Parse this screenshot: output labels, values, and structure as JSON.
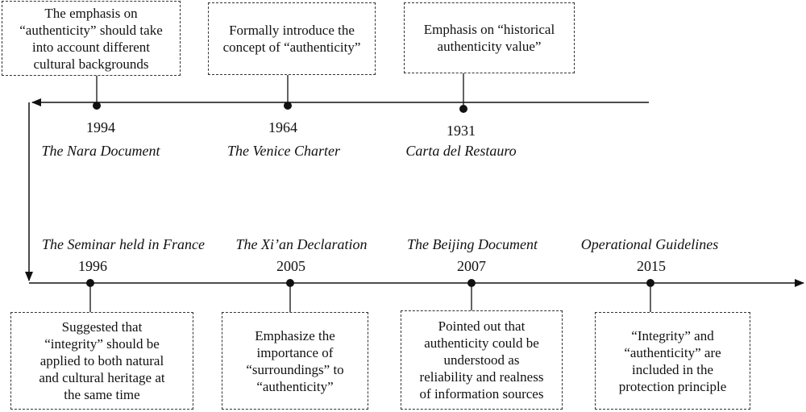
{
  "colors": {
    "ink": "#111111",
    "box_border": "#333333"
  },
  "top_row": {
    "events": [
      {
        "year": "1994",
        "document": "The Nara Document",
        "note": "The emphasis on\n“authenticity” should take\ninto account different\ncultural backgrounds"
      },
      {
        "year": "1964",
        "document": "The Venice Charter",
        "note": "Formally introduce the\nconcept of “authenticity”"
      },
      {
        "year": "1931",
        "document": "Carta del Restauro",
        "note": "Emphasis on “historical\nauthenticity value”"
      }
    ]
  },
  "bottom_row": {
    "events": [
      {
        "year": "1996",
        "document": "The Seminar held in France",
        "note": "Suggested that\n“integrity” should be\napplied to both natural\nand cultural heritage at\nthe same time"
      },
      {
        "year": "2005",
        "document": "The Xi’an Declaration",
        "note": "Emphasize the\nimportance of\n“surroundings” to\n“authenticity”"
      },
      {
        "year": "2007",
        "document": "The Beijing Document",
        "note": "Pointed out that\nauthenticity could be\nunderstood as\nreliability and realness\nof information sources"
      },
      {
        "year": "2015",
        "document": "Operational Guidelines",
        "note": "“Integrity” and\n“authenticity” are\nincluded in the\nprotection principle"
      }
    ]
  }
}
